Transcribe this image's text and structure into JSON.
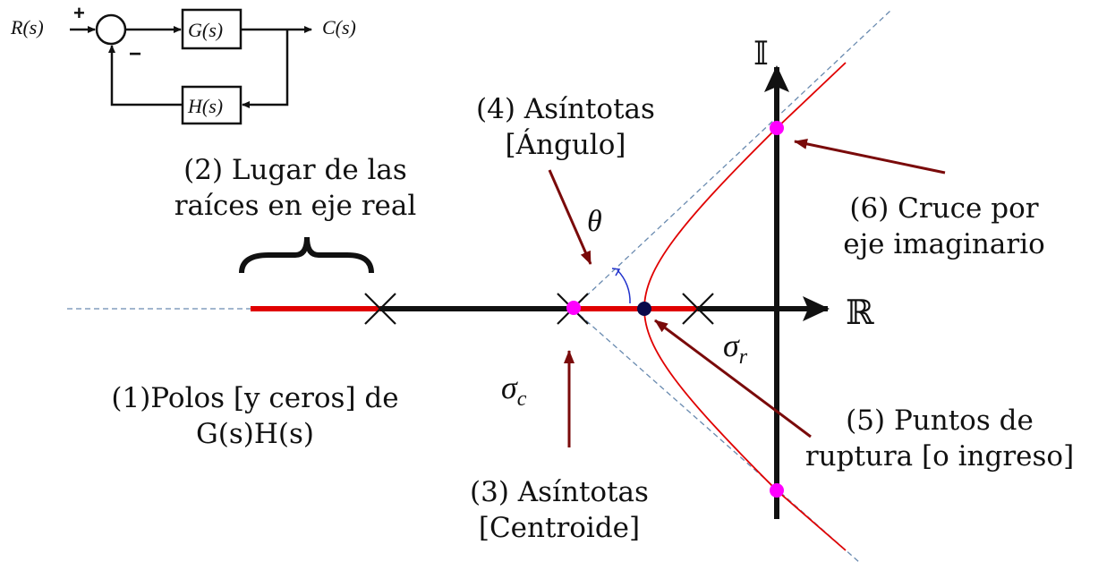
{
  "block_diagram": {
    "input": "R(s)",
    "output": "C(s)",
    "forward_block": "G(s)",
    "feedback_block": "H(s)",
    "plus_sign": "+",
    "minus_sign": "−"
  },
  "axes": {
    "real_label": "ℝ",
    "imag_label": "𝕀"
  },
  "symbols": {
    "theta": "θ",
    "sigma_c": "σ",
    "sigma_c_sub": "c",
    "sigma_r": "σ",
    "sigma_r_sub": "r"
  },
  "labels": {
    "poles": [
      "(1)Polos [y ceros] de",
      "G(s)H(s)"
    ],
    "real_axis_locus": [
      "(2) Lugar de las",
      "raíces en eje real"
    ],
    "centroid": [
      "(3) Asíntotas",
      "[Centroide]"
    ],
    "angle": [
      "(4) Asíntotas",
      "[Ángulo]"
    ],
    "breakaway": [
      "(5) Puntos de",
      "ruptura [o ingreso]"
    ],
    "imag_crossing": [
      "(6) Cruce por",
      "eje imaginario"
    ]
  },
  "colors": {
    "locus": "#e00000",
    "marker": "#ff00ff",
    "breakaway_point": "#0a0a4a",
    "arrow": "#7a0a0a",
    "asymptote": "#6a8bb0",
    "angle_arc": "#2233cc"
  }
}
